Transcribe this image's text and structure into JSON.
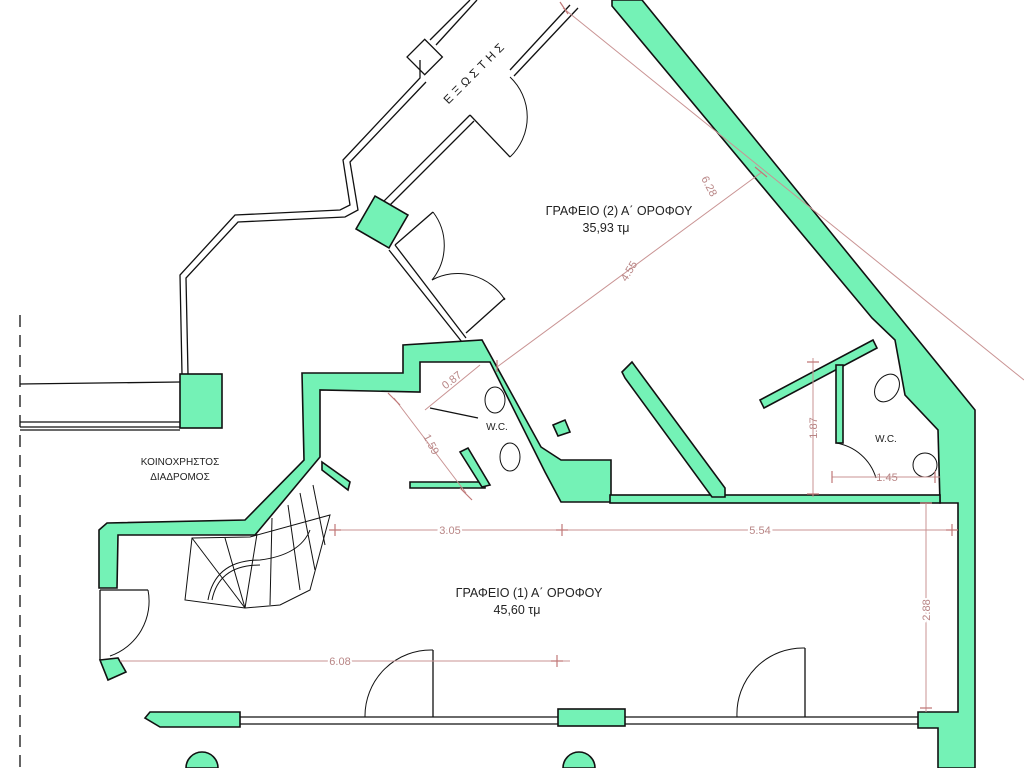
{
  "plan": {
    "balcony_label": "ΕΞΩΣΤΗΣ",
    "office2": {
      "title": "ΓΡΑΦΕΙΟ (2)  Α΄ ΟΡΟΦΟΥ",
      "area": "35,93 τμ"
    },
    "office1": {
      "title": "ΓΡΑΦΕΙΟ (1)  Α΄ ΟΡΟΦΟΥ",
      "area": "45,60 τμ"
    },
    "corridor": {
      "line1": "ΚΟΙΝΟΧΡΗΣΤΟΣ",
      "line2": "ΔΙΑΔΡΟΜΟΣ"
    },
    "wc_left": "W.C.",
    "wc_right": "W.C."
  },
  "dimensions": {
    "d628": "6.28",
    "d455": "4.55",
    "d087": "0.87",
    "d159": "1.59",
    "d187": "1.87",
    "d145": "1.45",
    "d305": "3.05",
    "d554": "5.54",
    "d608": "6.08",
    "d288": "2.88"
  },
  "colors": {
    "wall": "#74f2b6",
    "dimension": "#c99393"
  }
}
